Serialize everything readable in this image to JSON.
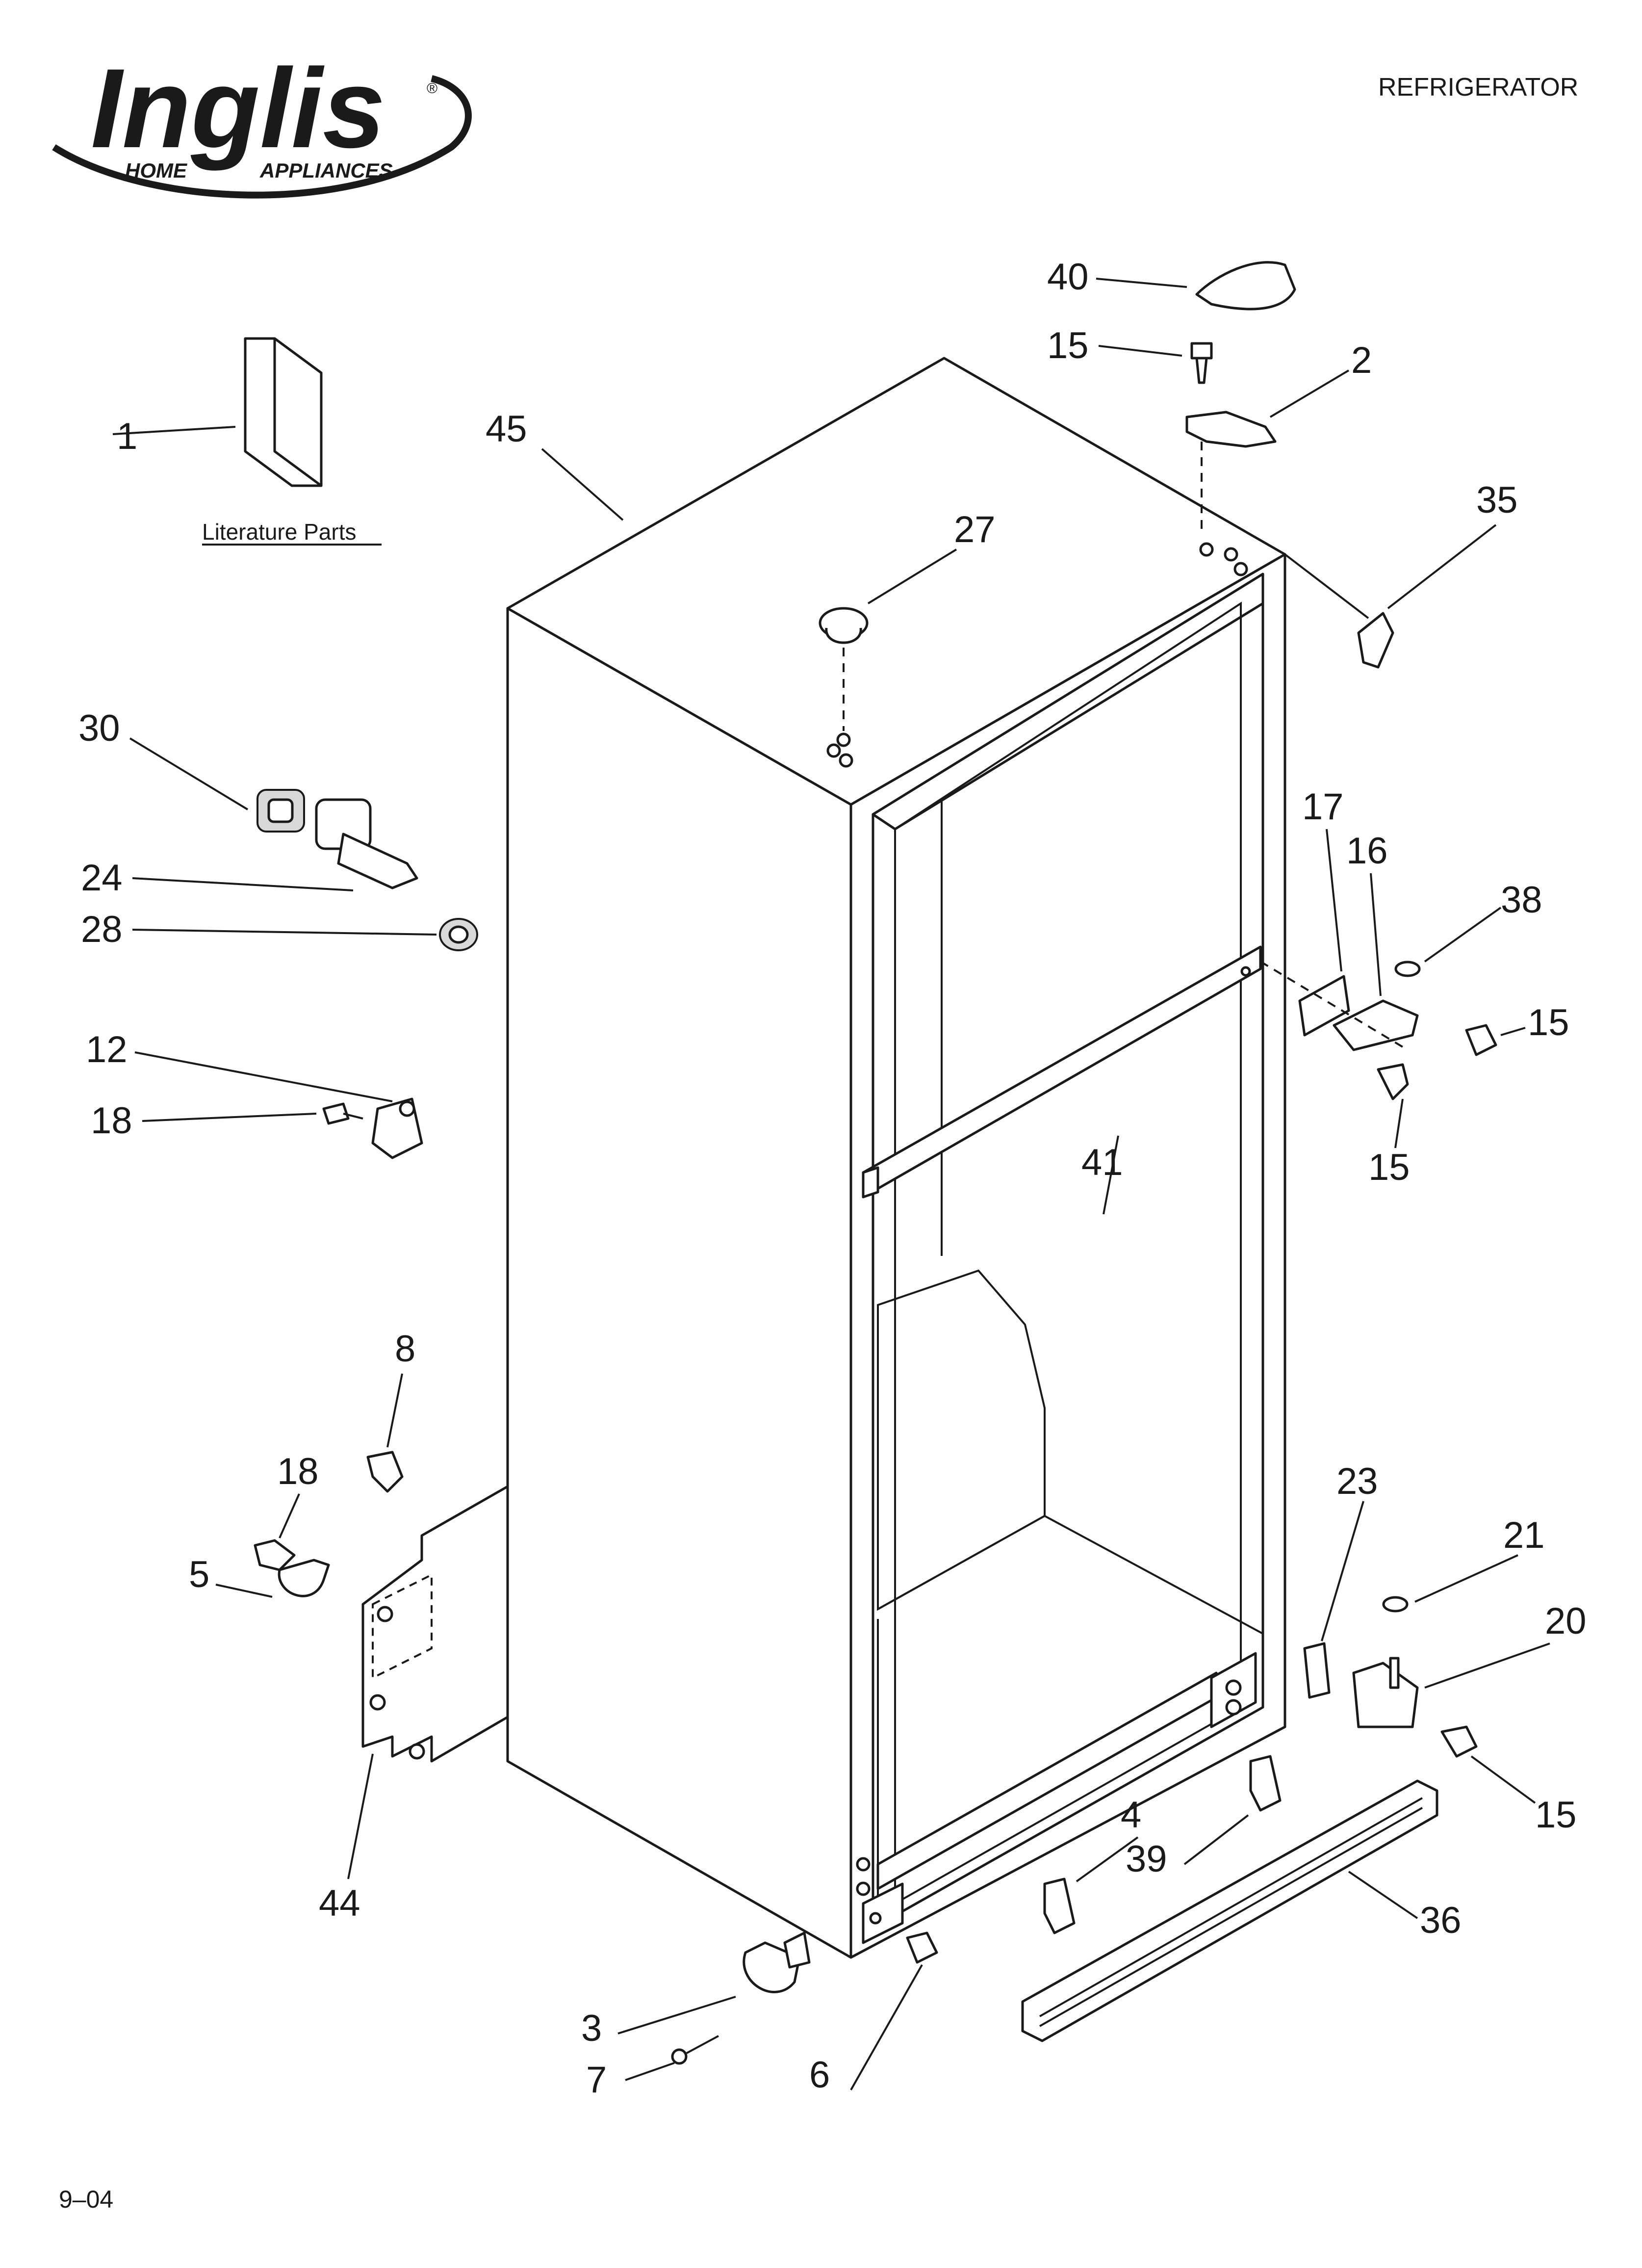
{
  "header": {
    "brand_name": "Inglis",
    "brand_tagline_left": "HOME",
    "brand_tagline_right": "APPLIANCES",
    "registered_mark": "®",
    "section_title": "REFRIGERATOR"
  },
  "literature": {
    "caption": "Literature Parts"
  },
  "callouts": {
    "c1": "1",
    "c2": "2",
    "c3": "3",
    "c4": "4",
    "c5": "5",
    "c6": "6",
    "c7": "7",
    "c8": "8",
    "c12": "12",
    "c15a": "15",
    "c15b": "15",
    "c15c": "15",
    "c15d": "15",
    "c16": "16",
    "c17": "17",
    "c18a": "18",
    "c18b": "18",
    "c20": "20",
    "c21": "21",
    "c23": "23",
    "c24": "24",
    "c27": "27",
    "c28": "28",
    "c30": "30",
    "c35": "35",
    "c36": "36",
    "c38": "38",
    "c39": "39",
    "c40": "40",
    "c41": "41",
    "c44": "44",
    "c45": "45"
  },
  "footer": {
    "date_code": "9–04"
  },
  "colors": {
    "ink": "#1a1a1a",
    "paper": "#ffffff",
    "shade": "#d9d9d9"
  }
}
